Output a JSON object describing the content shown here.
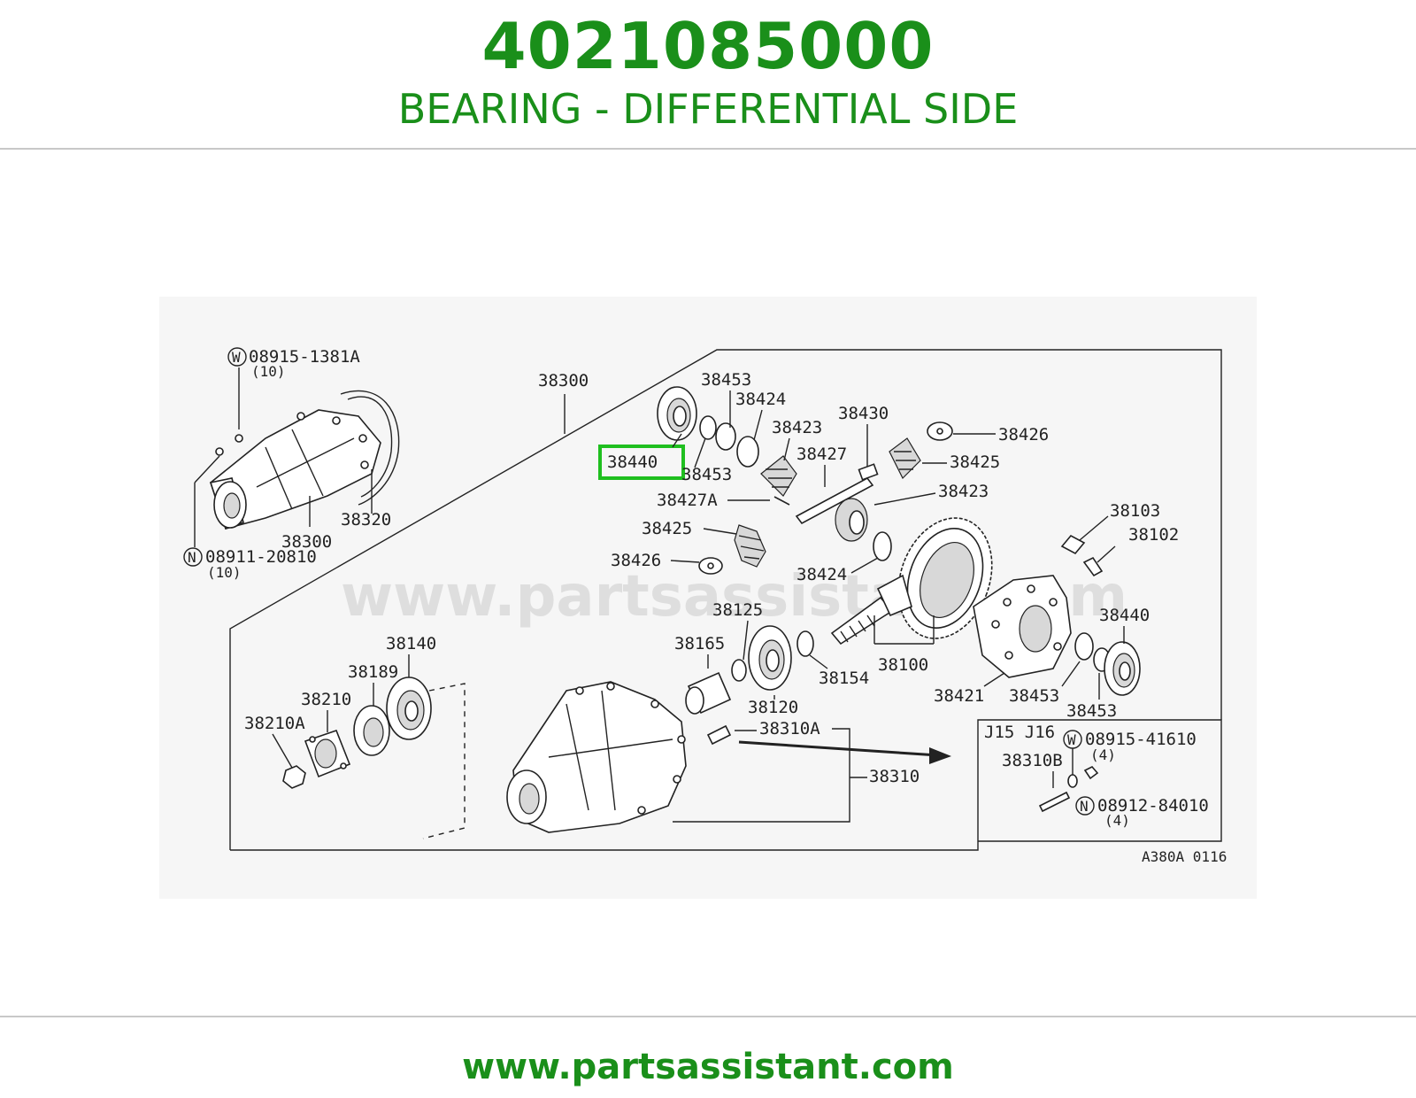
{
  "header": {
    "part_number": "4021085000",
    "part_name": "BEARING - DIFFERENTIAL SIDE"
  },
  "diagram": {
    "highlight_color": "#1fbf1f",
    "highlighted_label": "38440",
    "watermark": "www.partsassistant.com",
    "figure_code": "A380A 0116",
    "labels": {
      "w_08915_1381A": "08915-1381A",
      "qty_10_top": "(10)",
      "n_08911_20810": "08911-20810",
      "qty_10_bottom": "(10)",
      "p38320": "38320",
      "p38300_left": "38300",
      "p38300_top": "38300",
      "p38453_a": "38453",
      "p38424_a": "38424",
      "p38423_a": "38423",
      "p38430": "38430",
      "p38426_a": "38426",
      "p38425_a": "38425",
      "p38427": "38427",
      "p38440_a": "38440",
      "p38453_b": "38453",
      "p38427A": "38427A",
      "p38423_b": "38423",
      "p38425_b": "38425",
      "p38426_b": "38426",
      "p38424_b": "38424",
      "p38103": "38103",
      "p38102": "38102",
      "p38125": "38125",
      "p38165": "38165",
      "p38154": "38154",
      "p38100": "38100",
      "p38440_b": "38440",
      "p38421": "38421",
      "p38453_c": "38453",
      "p38453_d": "38453",
      "p38120": "38120",
      "p38140": "38140",
      "p38189": "38189",
      "p38210": "38210",
      "p38210A": "38210A",
      "p38310A": "38310A",
      "p38310": "38310",
      "j15_j16": "J15 J16",
      "w_08915_41610": "08915-41610",
      "qty_4_top": "(4)",
      "p38310B": "38310B",
      "n_08912_84010": "08912-84010",
      "qty_4_bottom": "(4)",
      "w_symbol": "W",
      "n_symbol": "N"
    }
  },
  "footer": {
    "url": "www.partsassistant.com"
  }
}
